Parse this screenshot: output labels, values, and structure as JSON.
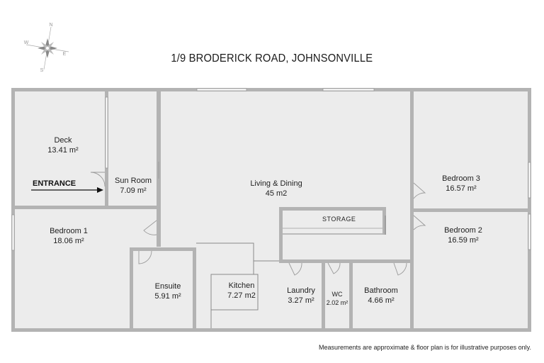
{
  "title": "1/9 BRODERICK ROAD, JOHNSONVILLE",
  "footer_note": "Measurements are approximate & floor plan is for illustrative purposes only.",
  "compass": {
    "n": "N",
    "e": "E",
    "s": "S",
    "w": "W"
  },
  "entrance_label": "ENTRANCE",
  "storage_label": "STORAGE",
  "rooms": {
    "deck": {
      "name": "Deck",
      "area": "13.41 m²"
    },
    "sun_room": {
      "name": "Sun Room",
      "area": "7.09 m²"
    },
    "living_dining": {
      "name": "Living & Dining",
      "area": "45 m2"
    },
    "bedroom3": {
      "name": "Bedroom 3",
      "area": "16.57 m²"
    },
    "bedroom1": {
      "name": "Bedroom 1",
      "area": "18.06 m²"
    },
    "bedroom2": {
      "name": "Bedroom 2",
      "area": "16.59 m²"
    },
    "ensuite": {
      "name": "Ensuite",
      "area": "5.91 m²"
    },
    "kitchen": {
      "name": "Kitchen",
      "area": "7.27 m2"
    },
    "laundry": {
      "name": "Laundry",
      "area": "3.27 m²"
    },
    "wc": {
      "name": "WC",
      "area": "2.02 m²"
    },
    "bathroom": {
      "name": "Bathroom",
      "area": "4.66 m²"
    }
  },
  "colors": {
    "floor": "#ececec",
    "wall": "#b3b3b3",
    "window": "#ffffff"
  }
}
